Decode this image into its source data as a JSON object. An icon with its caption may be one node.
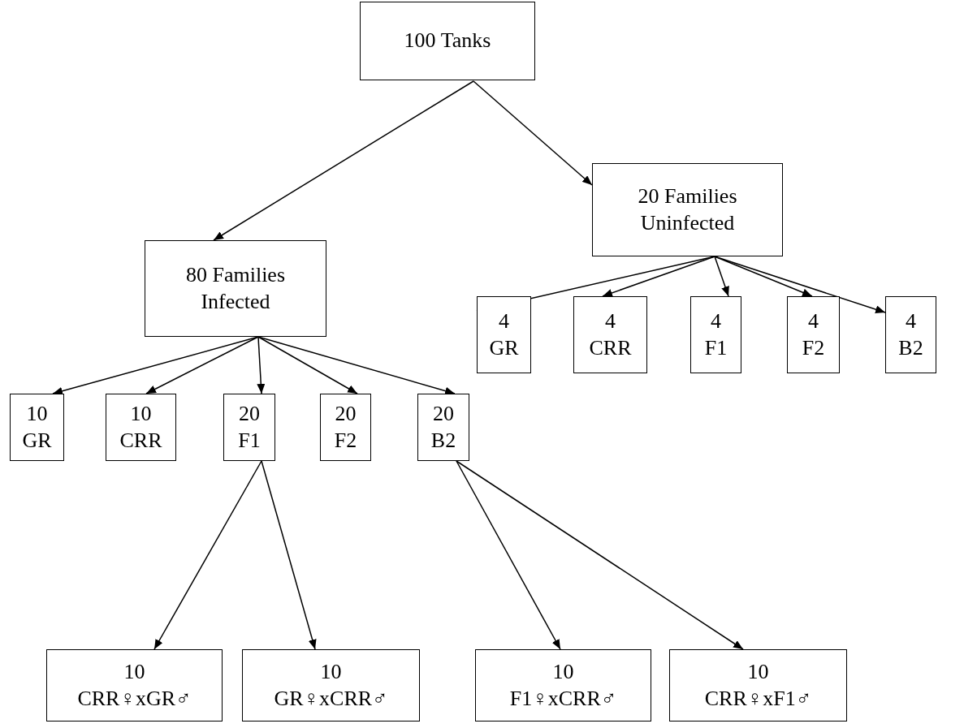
{
  "diagram": {
    "nodes": [
      {
        "text": [
          "100 Tanks"
        ]
      },
      {
        "text": [
          "20 Families Uninfected"
        ]
      },
      {
        "text": [
          "80 Families Infected"
        ]
      },
      {
        "text": [
          "4 GR"
        ]
      },
      {
        "text": [
          "4 CRR"
        ]
      },
      {
        "text": [
          "4 F1"
        ]
      },
      {
        "text": [
          "4 F2"
        ]
      },
      {
        "text": [
          "4 B2"
        ]
      },
      {
        "text": [
          "10 GR"
        ]
      },
      {
        "text": [
          "10 CRR"
        ]
      },
      {
        "text": [
          "20 F1"
        ]
      },
      {
        "text": [
          "20 F2"
        ]
      },
      {
        "text": [
          "20 B2"
        ]
      },
      {
        "text": [
          "10 CRR♀xGR♂"
        ]
      },
      {
        "text": [
          "10 GR♀xCRR♂"
        ]
      },
      {
        "text": [
          "10 F1♀xCRR♂"
        ]
      },
      {
        "text": [
          "10 CRR♀xF1♂"
        ]
      }
    ],
    "edges": [
      {
        "from": 0,
        "to": 2,
        "arrow": "to"
      },
      {
        "from": 0,
        "to": 1,
        "arrow": "to"
      },
      {
        "from": 1,
        "to": 3,
        "arrow": "to"
      },
      {
        "from": 1,
        "to": 4,
        "arrow": "to"
      },
      {
        "from": 1,
        "to": 5,
        "arrow": "to"
      },
      {
        "from": 1,
        "to": 6,
        "arrow": "to"
      },
      {
        "from": 1,
        "to": 7,
        "arrow": "to"
      },
      {
        "from": 2,
        "to": 8,
        "arrow": "to"
      },
      {
        "from": 2,
        "to": 9,
        "arrow": "to"
      },
      {
        "from": 2,
        "to": 10,
        "arrow": "to"
      },
      {
        "from": 2,
        "to": 11,
        "arrow": "to"
      },
      {
        "from": 2,
        "to": 12,
        "arrow": "to"
      },
      {
        "from": 10,
        "to": 13,
        "arrow": "to"
      },
      {
        "from": 10,
        "to": 14,
        "arrow": "to"
      },
      {
        "from": 12,
        "to": 15,
        "arrow": "to"
      },
      {
        "from": 12,
        "to": 16,
        "arrow": "to"
      }
    ]
  }
}
